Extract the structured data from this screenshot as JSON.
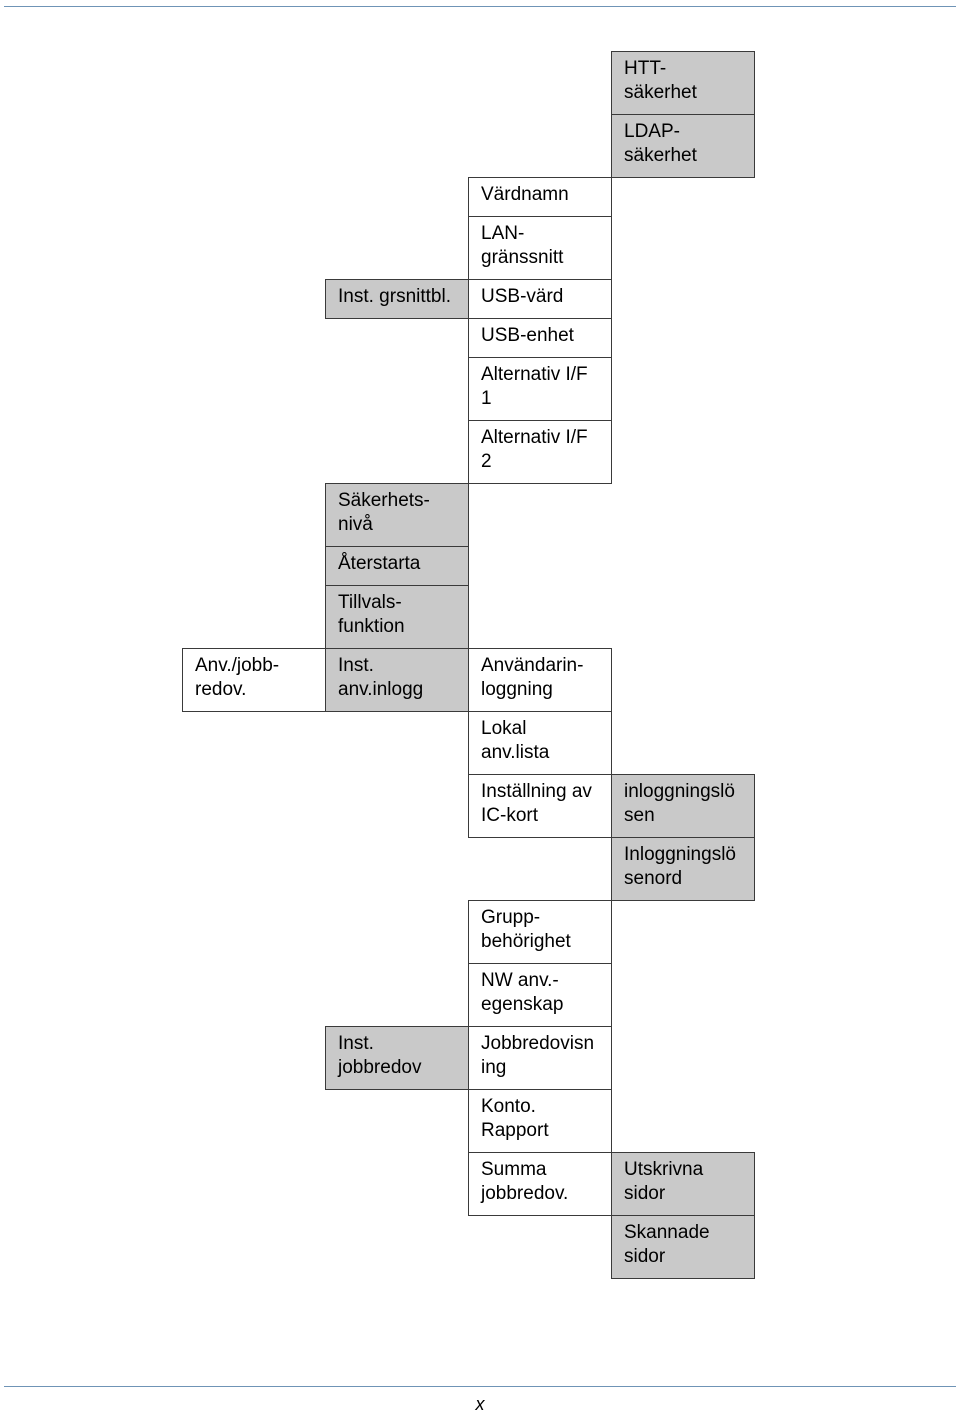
{
  "footer": {
    "page_label": "x"
  },
  "colors": {
    "box_gray": "#c9c9c9",
    "box_white": "#ffffff",
    "border": "#3a3a3a",
    "rule": "#6f94b6"
  },
  "tree": {
    "level1": {
      "anv_jobbredov": "Anv./jobb-\nredov."
    },
    "level2": {
      "inst_grsnittbl": "Inst. grsnittbl.",
      "sakerhetsniva": "Säkerhets-\nnivå",
      "aterstarta": "Återstarta",
      "tillvalsfunktion": "Tillvals-\nfunktion",
      "inst_anv_inlogg": "Inst.\nanv.inlogg",
      "inst_jobbredov": "Inst.\njobbredov"
    },
    "level3": {
      "vardnamn": "Värdnamn",
      "lan_granssnitt": "LAN-\ngränssnitt",
      "usb_vard": "USB-värd",
      "usb_enhet": "USB-enhet",
      "alternativ_if_1": "Alternativ I/F\n1",
      "alternativ_if_2": "Alternativ I/F\n2",
      "anvandarinloggning": "Användarin-\nloggning",
      "lokal_anv_lista": "Lokal\nanv.lista",
      "installning_ic_kort": "Inställning av\nIC-kort",
      "gruppbehorighet": "Grupp-\nbehörighet",
      "nw_anv_egenskap": "NW anv.-\negenskap",
      "jobbredovisning": "Jobbredovisn\ning",
      "konto_rapport": "Konto.\nRapport",
      "summa_jobbredov": "Summa\njobbredov."
    },
    "level4": {
      "htt_sakerhet": "HTT-\nsäkerhet",
      "ldap_sakerhet": "LDAP-\nsäkerhet",
      "inloggningslosen": "inloggningslö\nsen",
      "inloggningslosenord": "Inloggningslö\nsenord",
      "utskrivna_sidor": "Utskrivna\nsidor",
      "skannade_sidor": "Skannade\nsidor"
    }
  }
}
